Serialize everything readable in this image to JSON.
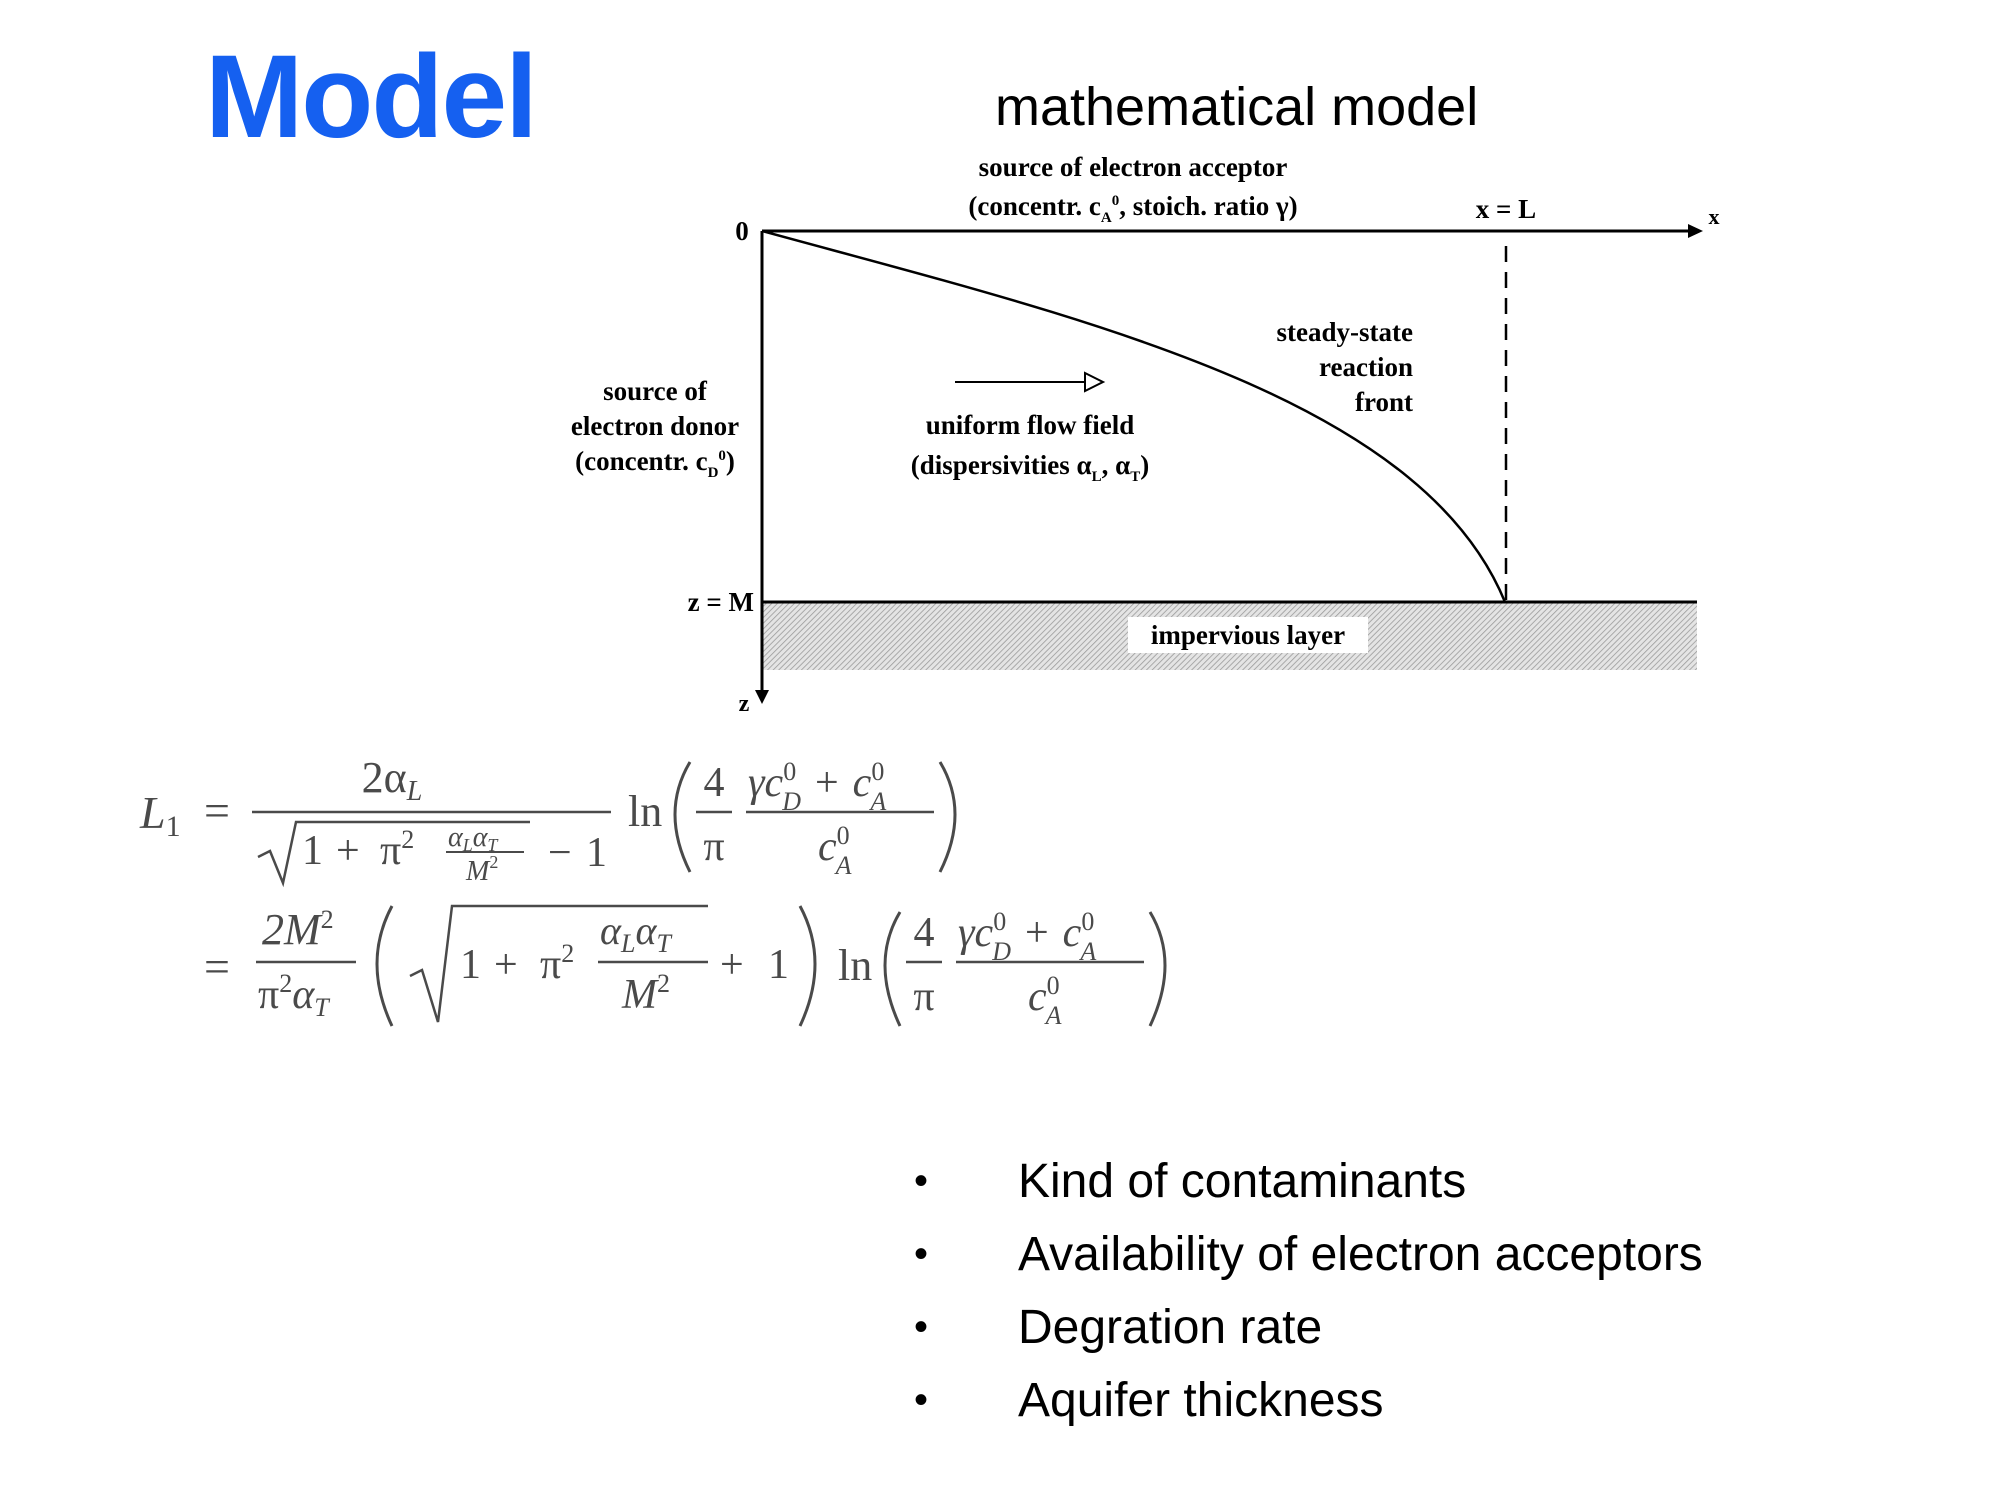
{
  "slide": {
    "title": "Model",
    "subtitle": "mathematical model"
  },
  "diagram": {
    "acceptor_line1": "source of electron acceptor",
    "acceptor_line2": "(concentr. c",
    "acceptor_sub": "A",
    "acceptor_sup": "0",
    "acceptor_rest": ", stoich. ratio γ)",
    "origin_label": "0",
    "x_end_label": "x = L",
    "x_axis_label": "x",
    "donor_line1": "source of",
    "donor_line2": "electron donor",
    "donor_line3": "(concentr. c",
    "donor_sub": "D",
    "donor_sup": "0",
    "donor_rest": ")",
    "front_line1": "steady-state",
    "front_line2": "reaction",
    "front_line3": "front",
    "flow_line1": "uniform flow field",
    "flow_line2": "(dispersivities α",
    "flow_sub_l": "L",
    "flow_mid": ", α",
    "flow_sub_t": "T",
    "flow_end": ")",
    "z_m_label": "z = M",
    "z_axis_label": "z",
    "layer_label": "impervious layer"
  },
  "equation": {
    "lhs": "L",
    "lhs_sub": "1",
    "equals": "=",
    "num1": "2α",
    "num1_sub": "L",
    "one": "1",
    "plus": "+",
    "minus": "−",
    "pi": "π",
    "two": "2",
    "alpha": "α",
    "sub_l": "L",
    "sub_t": "T",
    "m": "M",
    "ln": "ln",
    "four": "4",
    "gamma_c": "γc",
    "c": "c",
    "sup0": "0",
    "sub_d": "D",
    "sub_a": "A",
    "num2": "2M",
    "den2": "π",
    "den2_alpha": "α"
  },
  "bullets": [
    "Kind of contaminants",
    "Availability of electron acceptors",
    "Degration rate",
    "Aquifer thickness"
  ],
  "colors": {
    "title": "#1560f0",
    "equation": "#4a4a4a",
    "hatch": "#9a9a9a"
  }
}
